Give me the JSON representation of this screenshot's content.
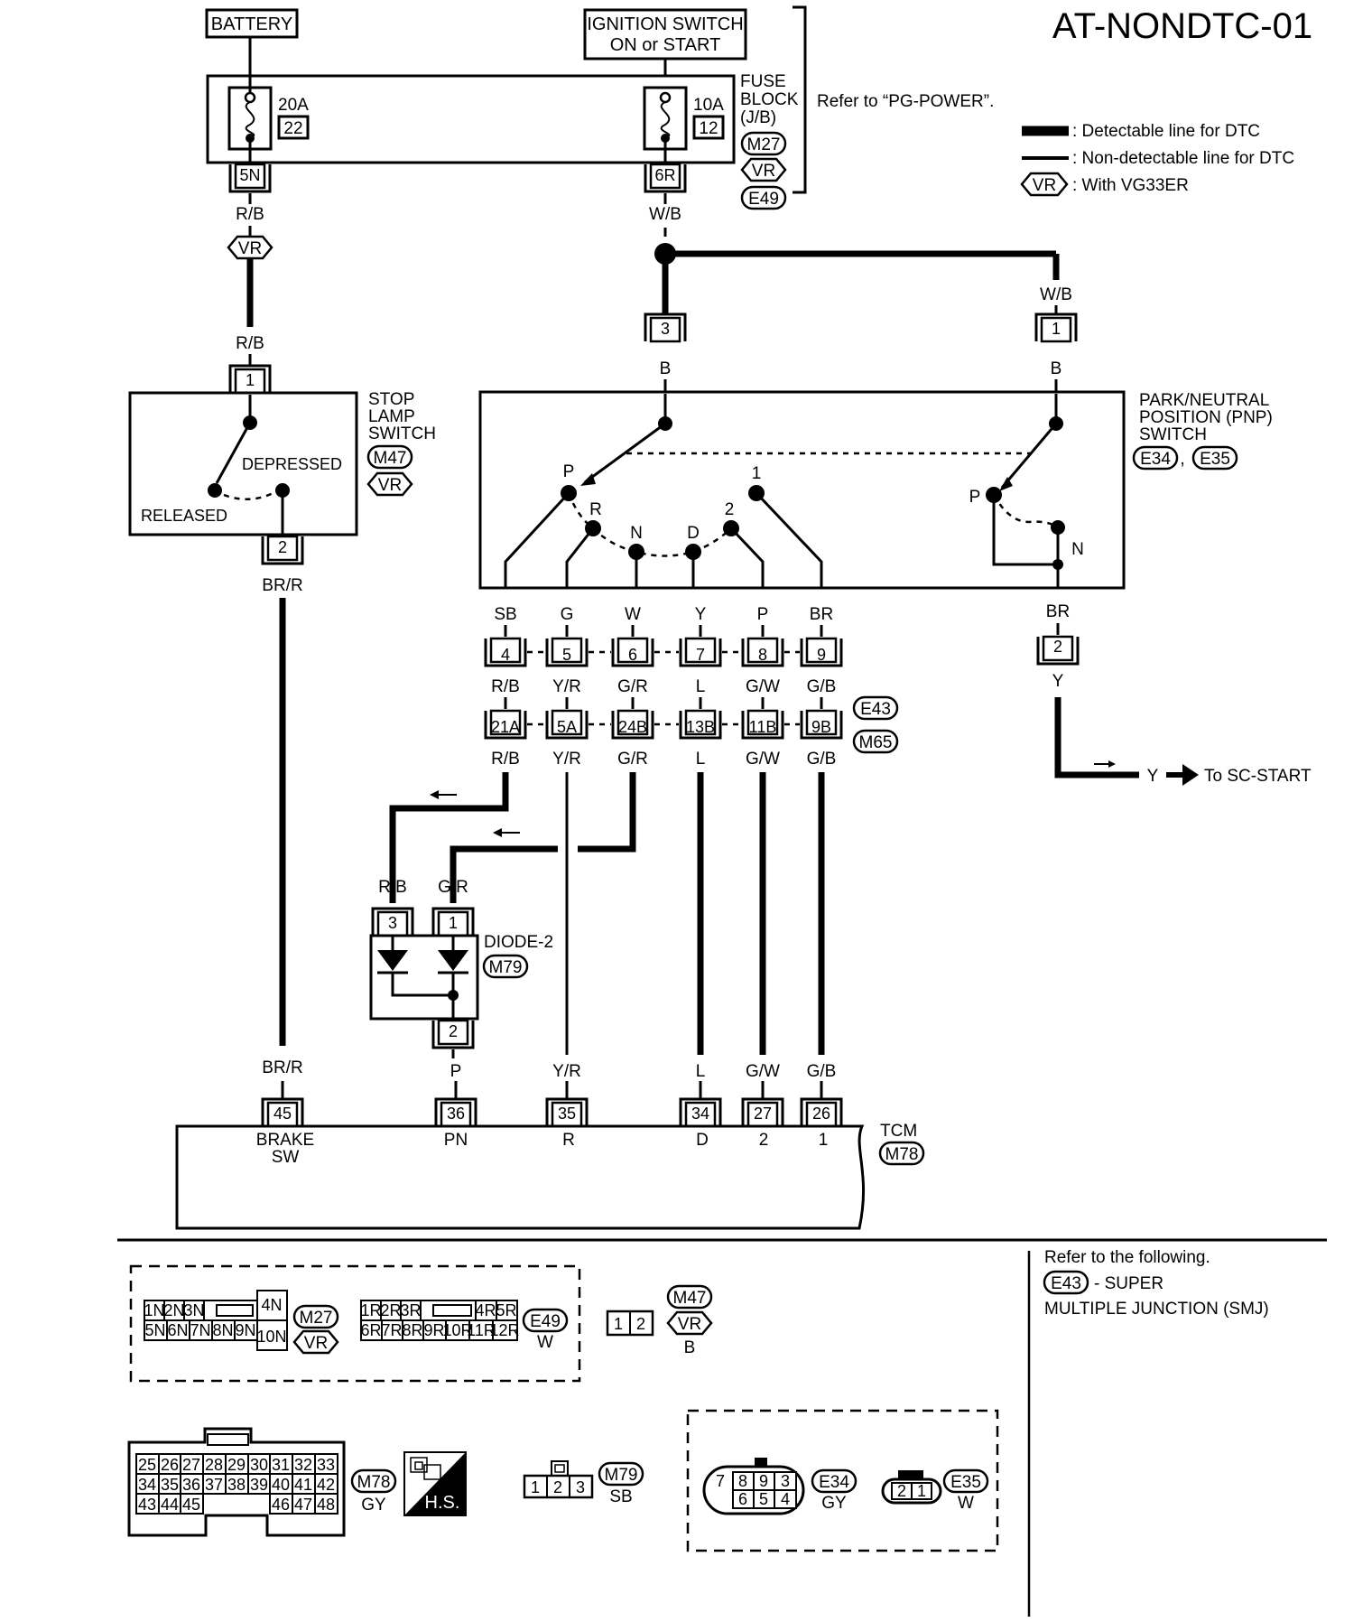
{
  "title": "AT-NONDTC-01",
  "top": {
    "battery": "BATTERY",
    "ign1": "IGNITION SWITCH",
    "ign2": "ON or START",
    "fuse_label1": "FUSE",
    "fuse_label2": "BLOCK",
    "fuse_label3": "(J/B)",
    "refer_pg": "Refer to “PG-POWER”.",
    "fuse1_amp": "20A",
    "fuse1_no": "22",
    "fuse2_amp": "10A",
    "fuse2_no": "12",
    "m27": "M27",
    "vr": "VR",
    "e49": "E49",
    "conn_5n": "5N",
    "conn_6r": "6R"
  },
  "legend": {
    "detectable": ": Detectable line for DTC",
    "nondetectable": ": Non-detectable line for DTC",
    "with_vg": ": With VG33ER",
    "vr": "VR"
  },
  "wires": {
    "rb": "R/B",
    "wb": "W/B",
    "b": "B",
    "brr": "BR/R",
    "br": "BR",
    "y": "Y",
    "sb": "SB",
    "g": "G",
    "w": "W",
    "p": "P",
    "yr": "Y/R",
    "gr": "G/R",
    "l": "L",
    "gw": "G/W",
    "gb": "G/B",
    "vr": "VR"
  },
  "stop_lamp": {
    "name1": "STOP",
    "name2": "LAMP",
    "name3": "SWITCH",
    "m47": "M47",
    "vr": "VR",
    "depressed": "DEPRESSED",
    "released": "RELEASED",
    "pin1": "1",
    "pin2": "2"
  },
  "pnp": {
    "name1": "PARK/NEUTRAL",
    "name2": "POSITION (PNP)",
    "name3": "SWITCH",
    "e34": "E34",
    "comma": ",",
    "e35": "E35",
    "pos_p": "P",
    "pos_r": "R",
    "pos_n": "N",
    "pos_d": "D",
    "pos_2": "2",
    "pos_1": "1",
    "pin3": "3",
    "pin1": "1",
    "pin2": "2"
  },
  "row1_pins": [
    "4",
    "5",
    "6",
    "7",
    "8",
    "9"
  ],
  "row2_pins": [
    "21A",
    "5A",
    "24B",
    "13B",
    "11B",
    "9B"
  ],
  "e43": "E43",
  "m65": "M65",
  "to_sc": "To SC-START",
  "diode": {
    "name": "DIODE-2",
    "m79": "M79",
    "pin3": "3",
    "pin1": "1",
    "pin2": "2"
  },
  "tcm": {
    "name": "TCM",
    "m78": "M78",
    "pins": [
      "45",
      "36",
      "35",
      "34",
      "27",
      "26"
    ],
    "labels": [
      "BRAKE",
      "PN",
      "R",
      "D",
      "2",
      "1"
    ],
    "brake_sw2": "SW"
  },
  "bottom": {
    "refer_following": "Refer to the following.",
    "e43": "E43",
    "super": "- SUPER",
    "smj": "MULTIPLE JUNCTION (SMJ)",
    "m27": "M27",
    "vr": "VR",
    "e49": "E49",
    "w": "W",
    "m47": "M47",
    "b": "B",
    "m78": "M78",
    "gy": "GY",
    "hs": "H.S.",
    "m79": "M79",
    "sb": "SB",
    "e34": "E34",
    "e35": "E35",
    "m27_top": [
      "1N",
      "2N",
      "3N"
    ],
    "m27_bot": [
      "5N",
      "6N",
      "7N",
      "8N",
      "9N"
    ],
    "m27_4n": "4N",
    "m27_10n": "10N",
    "e49_top": [
      "1R",
      "2R",
      "3R"
    ],
    "e49_top2": [
      "4R",
      "5R"
    ],
    "e49_bot": [
      "6R",
      "7R",
      "8R",
      "9R",
      "10R",
      "11R",
      "12R"
    ],
    "m47_pins": [
      "1",
      "2"
    ],
    "m78_r1": [
      "25",
      "26",
      "27",
      "28",
      "29",
      "30",
      "31",
      "32",
      "33"
    ],
    "m78_r2": [
      "34",
      "35",
      "36",
      "37",
      "38",
      "39",
      "40",
      "41",
      "42"
    ],
    "m78_r3a": [
      "43",
      "44",
      "45"
    ],
    "m78_r3b": [
      "46",
      "47",
      "48"
    ],
    "m79_pins": [
      "1",
      "2",
      "3"
    ],
    "e34_top": [
      "7",
      "8",
      "9",
      "3"
    ],
    "e34_bot": [
      "6",
      "5",
      "4"
    ],
    "e35_pins": [
      "2",
      "1"
    ]
  }
}
